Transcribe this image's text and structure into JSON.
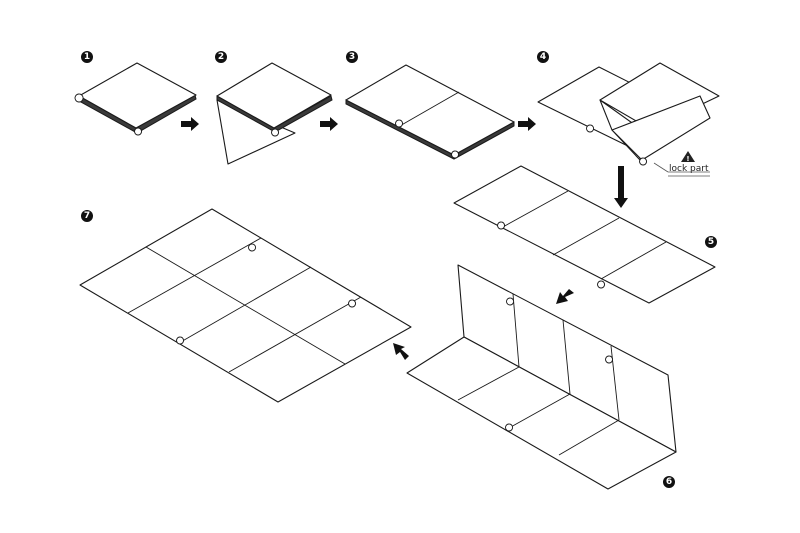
{
  "steps": [
    "1",
    "2",
    "3",
    "4",
    "5",
    "6",
    "7"
  ],
  "lock_label": "lock part",
  "warning_icon": "warning-triangle-icon",
  "colors": {
    "line": "#1a1a1a",
    "badge": "#111111",
    "background": "#ffffff"
  }
}
